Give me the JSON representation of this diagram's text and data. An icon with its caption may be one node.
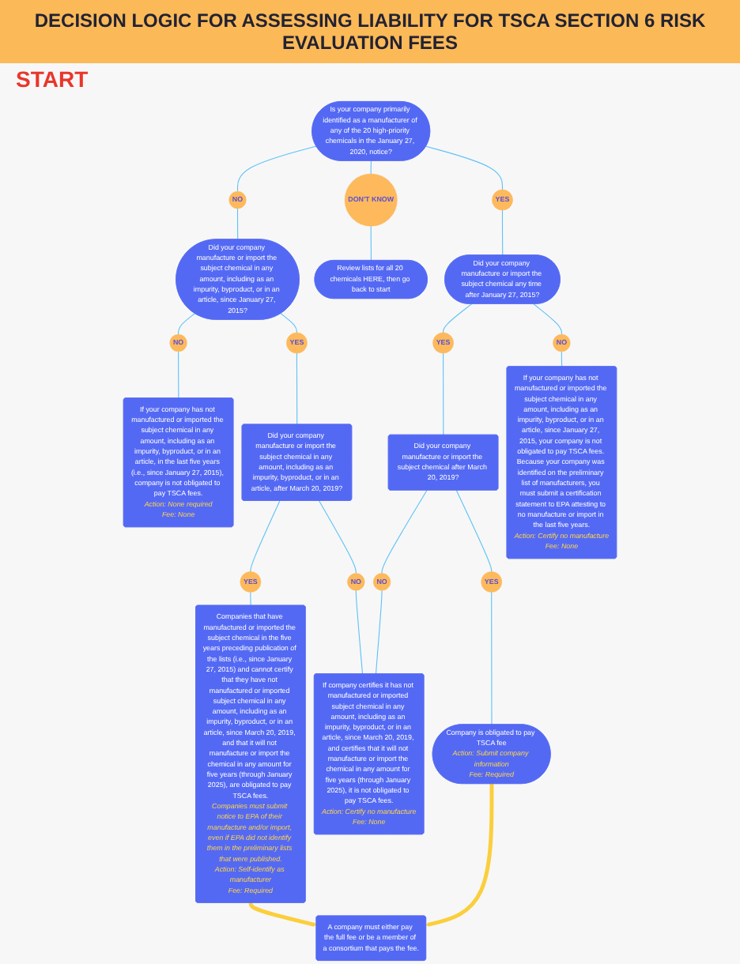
{
  "diagram": {
    "title": "DECISION LOGIC FOR ASSESSING LIABILITY FOR TSCA SECTION 6 RISK EVALUATION FEES",
    "nodes": [
      {
        "text": [
          "Is your company primarily identified as a manufacturer of any of the 20 high-priority chemicals in the January 27, 2020, notice?"
        ]
      },
      {
        "text": [
          "YES"
        ]
      },
      {
        "text": [
          "Did your company manufacture or import the subject chemical any time after January 27, 2015?"
        ]
      },
      {
        "text": [
          "DON'T KNOW"
        ]
      },
      {
        "text": [
          "Review lists for all 20 chemicals HERE, then go back to start"
        ]
      },
      {
        "text": [
          "YES"
        ]
      },
      {
        "text": [
          "NO"
        ]
      },
      {
        "text": [
          "NO"
        ]
      },
      {
        "text": [
          "Did your company manufacture or import the subject chemical in any amount, including as an impurity, byproduct, or in an article, after March 20, 2019?"
        ]
      },
      {
        "text": [
          "If your company has not manufactured or imported the subject chemical in any amount, including as an impurity, byproduct, or in an article, since January 27, 2015, your company is not obligated to pay TSCA fees. Because your company was identified on the preliminary list of manufacturers, you must submit a certification statement to EPA attesting to no manufacture or import in the last five years.",
          "Action: Certify no manufacture",
          "Fee: None"
        ]
      },
      {
        "text": [
          "YES"
        ]
      },
      {
        "text": [
          "Did your company manufacture or import the subject chemical in any amount, including as an impurity, byproduct, or in an article, since January 27, 2015?"
        ]
      },
      {
        "text": [
          "Did your company manufacture or import the subject chemical after March 20, 2019?"
        ]
      },
      {
        "text": [
          "NO"
        ]
      },
      {
        "text": [
          "If your company has not manufactured or imported the subject chemical in any amount, including as an impurity, byproduct, or in an article, in the last five years (i.e., since January 27, 2015), company is not obligated to pay TSCA fees.",
          "Action: None required",
          "Fee: None"
        ]
      },
      {
        "text": [
          "YES"
        ]
      },
      {
        "text": [
          "NO"
        ]
      },
      {
        "text": [
          "YES"
        ]
      },
      {
        "text": [
          "NO"
        ]
      },
      {
        "text": [
          "Company is obligated to pay TSCA fee",
          "Action: Submit company information",
          "Fee: Required"
        ]
      },
      {
        "text": [
          "If company certifies it has not manufactured or imported subject chemical in any amount, including as an impurity, byproduct, or in an article, since March 20, 2019, and certifies that it will not manufacture or import the chemical in any amount for five years (through January 2025), it is not obligated to pay TSCA fees.",
          "Action: Certify no manufacture",
          "Fee: None"
        ]
      },
      {
        "text": [
          "Companies that have manufactured or imported the subject chemical in the five years preceding publication of the lists (i.e., since January 27, 2015) and cannot certify that they have not manufactured or imported subject chemical in any amount, including as an impurity, byproduct, or in an article, since March 20, 2019, and that it will not manufacture or import the chemical in any amount for five years (through January 2025), are obligated to pay TSCA fees.",
          "Companies must submit notice to EPA of their manufacture and/or import, even if EPA did not identify them in the preliminary lists that were published.",
          "Action: Self-identify as manufacturer",
          "Fee: Required"
        ]
      },
      {
        "text": [
          "A company must either pay the full fee or be a member of a consortium that pays the fee."
        ]
      }
    ],
    "edges": [
      {
        "from": 0,
        "to": 7,
        "arrow": "none"
      },
      {
        "from": 0,
        "to": 3,
        "arrow": "none"
      },
      {
        "from": 0,
        "to": 1,
        "arrow": "none"
      },
      {
        "from": 7,
        "to": 11,
        "arrow": "none"
      },
      {
        "from": 3,
        "to": 4,
        "arrow": "none"
      },
      {
        "from": 1,
        "to": 2,
        "arrow": "none"
      },
      {
        "from": 11,
        "to": 13,
        "arrow": "none"
      },
      {
        "from": 11,
        "to": 10,
        "arrow": "none"
      },
      {
        "from": 13,
        "to": 14,
        "arrow": "none"
      },
      {
        "from": 10,
        "to": 8,
        "arrow": "none"
      },
      {
        "from": 8,
        "to": 15,
        "arrow": "none"
      },
      {
        "from": 8,
        "to": 16,
        "arrow": "none"
      },
      {
        "from": 15,
        "to": 21,
        "arrow": "none"
      },
      {
        "from": 16,
        "to": 20,
        "arrow": "none"
      },
      {
        "from": 2,
        "to": 5,
        "arrow": "none"
      },
      {
        "from": 2,
        "to": 6,
        "arrow": "none"
      },
      {
        "from": 5,
        "to": 12,
        "arrow": "none"
      },
      {
        "from": 6,
        "to": 9,
        "arrow": "none"
      },
      {
        "from": 12,
        "to": 18,
        "arrow": "none"
      },
      {
        "from": 12,
        "to": 17,
        "arrow": "none"
      },
      {
        "from": 18,
        "to": 20,
        "arrow": "none"
      },
      {
        "from": 17,
        "to": 19,
        "arrow": "none"
      },
      {
        "from": 19,
        "to": 22,
        "arrow": "to",
        "style": "thick",
        "color": "#fbcf3c"
      },
      {
        "from": 21,
        "to": 22,
        "arrow": "to",
        "style": "thick",
        "color": "#fbcf3c"
      }
    ],
    "labels": [
      "START"
    ]
  }
}
